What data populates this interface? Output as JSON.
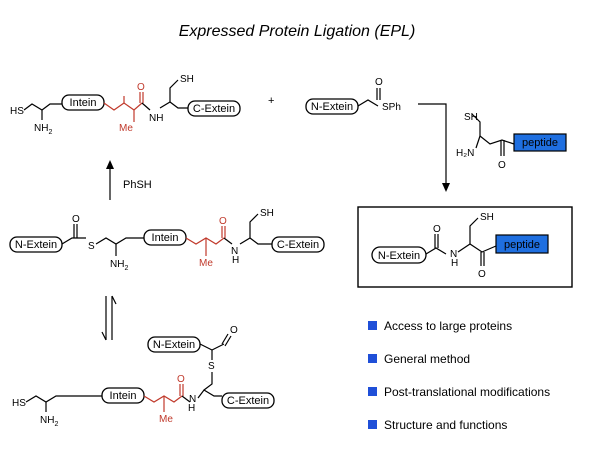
{
  "title": "Expressed Protein Ligation (EPL)",
  "labels": {
    "intein": "Intein",
    "c_extein": "C-Extein",
    "n_extein": "N-Extein",
    "peptide": "peptide",
    "plus": "+",
    "phsh": "PhSH"
  },
  "atoms": {
    "hs": "HS",
    "sh": "SH",
    "nh": "NH",
    "nh2_n": "NH",
    "nh2_sub": "2",
    "h2n": "H₂N",
    "me": "Me",
    "o": "O",
    "n": "N",
    "h": "H",
    "s": "S",
    "sph": "SPh"
  },
  "bullets": [
    "Access to large proteins",
    "General method",
    "Post-translational modifications",
    "Structure and functions"
  ],
  "colors": {
    "accent_red": "#c0392b",
    "peptide_blue": "#1f6fe0",
    "bullet_blue": "#1f4fd8"
  }
}
